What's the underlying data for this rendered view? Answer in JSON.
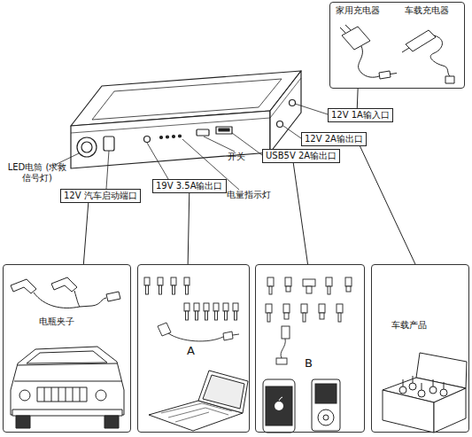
{
  "diagram": {
    "nodes": [
      {
        "text": [
          "家用充电器",
          "车载充电器"
        ]
      },
      {
        "text": [
          "12V 1A输入口"
        ]
      },
      {
        "text": [
          "12V 2A输出口"
        ]
      },
      {
        "text": [
          "USB5V 2A输出口"
        ]
      },
      {
        "text": [
          "19V 3.5A输出口"
        ]
      },
      {
        "text": [
          "12V 汽车启动端口"
        ]
      },
      {
        "text": [
          "电瓶夹子"
        ]
      },
      {
        "text": [
          "A"
        ]
      },
      {
        "text": [
          "B"
        ]
      },
      {
        "text": [
          "车载产品"
        ]
      }
    ],
    "edges": [
      {
        "from": 0,
        "to": 1,
        "arrow": "none"
      },
      {
        "from": 5,
        "to": 6,
        "arrow": "none"
      },
      {
        "from": 4,
        "to": 7,
        "arrow": "none"
      },
      {
        "from": 3,
        "to": 8,
        "arrow": "none"
      },
      {
        "from": 2,
        "to": 9,
        "arrow": "none"
      }
    ],
    "labels": [
      "LED电筒 (求救信号灯)",
      "开关",
      "电量指示灯"
    ]
  }
}
